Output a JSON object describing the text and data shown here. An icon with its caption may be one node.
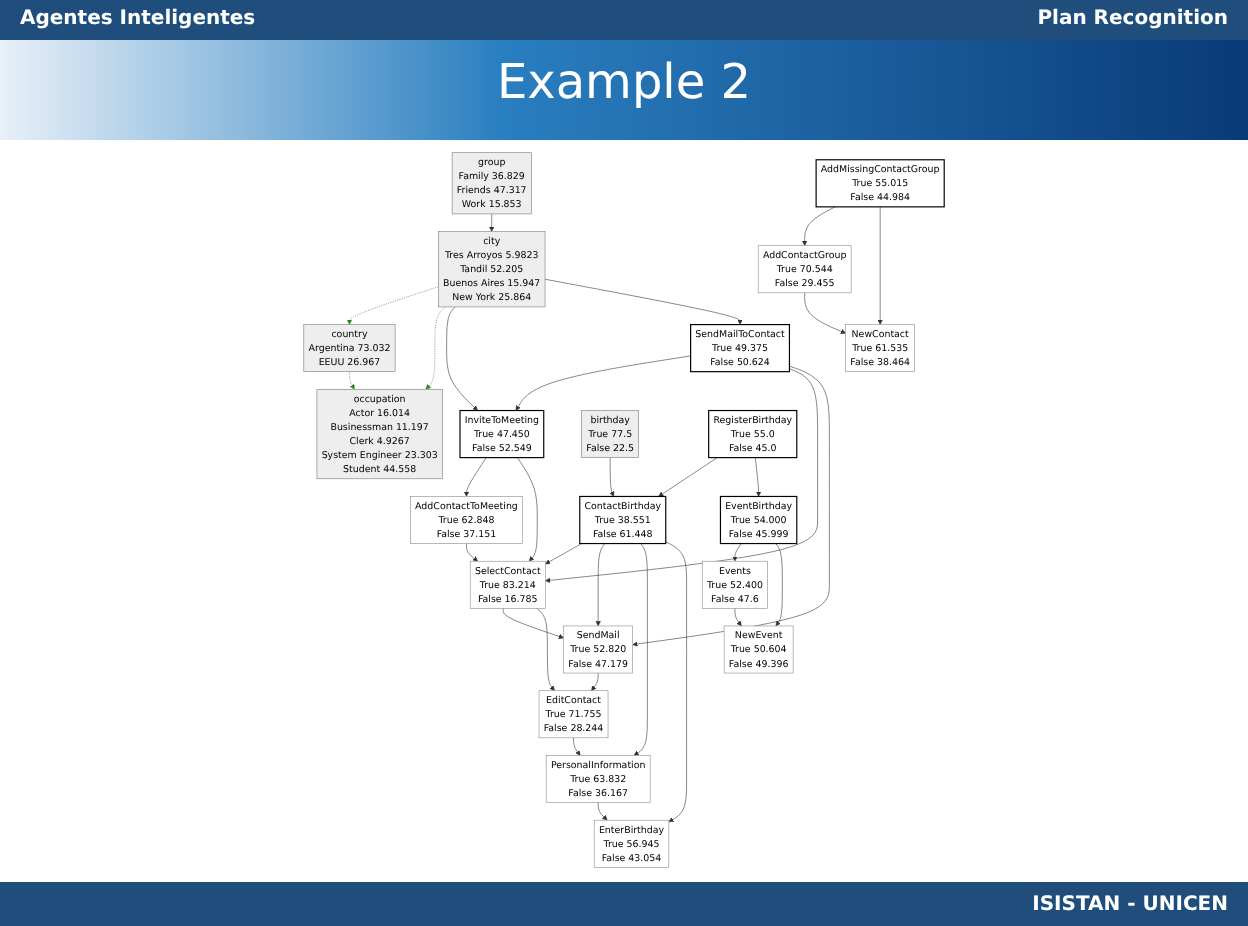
{
  "diagram": {
    "title": "Example 2",
    "nodes": [
      {
        "text": [
          "group",
          "Family 36.829",
          "Friends 47.317",
          "Work 15.853"
        ]
      },
      {
        "text": [
          "country",
          "Argentina 73.032",
          "EEUU 26.967"
        ]
      },
      {
        "text": [
          "city",
          "Tres Arroyos 5.9823",
          "Tandil 52.205",
          "Buenos Aires 15.947",
          "New York 25.864"
        ]
      },
      {
        "text": [
          "occupation",
          "Actor 16.014",
          "Businessman 11.197",
          "Clerk 4.9267",
          "System Engineer 23.303",
          "Student 44.558"
        ]
      },
      {
        "text": [
          "birthday",
          "True 77.5",
          "False 22.5"
        ]
      },
      {
        "text": [
          "AddMissingContactGroup",
          "True 55.015",
          "False 44.984"
        ]
      },
      {
        "text": [
          "RegisterBirthday",
          "True 55.0",
          "False 45.0"
        ]
      },
      {
        "text": [
          "AddContactGroup",
          "True 70.544",
          "False 29.455"
        ]
      },
      {
        "text": [
          "NewContact",
          "True 61.535",
          "False 38.464"
        ]
      },
      {
        "text": [
          "InviteToMeeting",
          "True 47.450",
          "False 52.549"
        ]
      },
      {
        "text": [
          "SendMailToContact",
          "True 49.375",
          "False 50.624"
        ]
      },
      {
        "text": [
          "ContactBirthday",
          "True 38.551",
          "False 61.448"
        ]
      },
      {
        "text": [
          "EventBirthday",
          "True 54.000",
          "False 45.999"
        ]
      },
      {
        "text": [
          "AddContactToMeeting",
          "True 62.848",
          "False 37.151"
        ]
      },
      {
        "text": [
          "SelectContact",
          "True 83.214",
          "False 16.785"
        ]
      },
      {
        "text": [
          "SendMail",
          "True 52.820",
          "False 47.179"
        ]
      },
      {
        "text": [
          "Events",
          "True 52.400",
          "False 47.6"
        ]
      },
      {
        "text": [
          "NewEvent",
          "True 50.604",
          "False 49.396"
        ]
      },
      {
        "text": [
          "EditContact",
          "True 71.755",
          "False 28.244"
        ]
      },
      {
        "text": [
          "PersonalInformation",
          "True 63.832",
          "False 36.167"
        ]
      },
      {
        "text": [
          "EnterBirthday",
          "True 56.945",
          "False 43.054"
        ]
      }
    ],
    "edges": [
      {
        "from": 0,
        "to": 2,
        "arrow": "to"
      },
      {
        "from": 2,
        "to": 1,
        "arrow": "to",
        "style": "dashed",
        "color": "#228b22"
      },
      {
        "from": 1,
        "to": 3,
        "arrow": "to",
        "style": "dashed",
        "color": "#228b22"
      },
      {
        "from": 2,
        "to": 3,
        "arrow": "to",
        "style": "dashed",
        "color": "#228b22"
      },
      {
        "from": 2,
        "to": 9,
        "arrow": "to"
      },
      {
        "from": 2,
        "to": 10,
        "arrow": "to"
      },
      {
        "from": 10,
        "to": 9,
        "arrow": "to"
      },
      {
        "from": 4,
        "to": 11,
        "arrow": "to"
      },
      {
        "from": 6,
        "to": 11,
        "arrow": "to"
      },
      {
        "from": 6,
        "to": 12,
        "arrow": "to"
      },
      {
        "from": 5,
        "to": 7,
        "arrow": "to"
      },
      {
        "from": 5,
        "to": 8,
        "arrow": "to"
      },
      {
        "from": 7,
        "to": 8,
        "arrow": "to"
      },
      {
        "from": 9,
        "to": 13,
        "arrow": "to"
      },
      {
        "from": 9,
        "to": 14,
        "arrow": "to"
      },
      {
        "from": 10,
        "to": 14,
        "arrow": "to"
      },
      {
        "from": 10,
        "to": 15,
        "arrow": "to"
      },
      {
        "from": 11,
        "to": 14,
        "arrow": "to"
      },
      {
        "from": 11,
        "to": 15,
        "arrow": "to"
      },
      {
        "from": 11,
        "to": 19,
        "arrow": "to"
      },
      {
        "from": 11,
        "to": 20,
        "arrow": "to"
      },
      {
        "from": 13,
        "to": 14,
        "arrow": "to"
      },
      {
        "from": 14,
        "to": 15,
        "arrow": "to"
      },
      {
        "from": 14,
        "to": 18,
        "arrow": "to"
      },
      {
        "from": 15,
        "to": 18,
        "arrow": "to"
      },
      {
        "from": 18,
        "to": 19,
        "arrow": "to"
      },
      {
        "from": 19,
        "to": 20,
        "arrow": "to"
      },
      {
        "from": 12,
        "to": 16,
        "arrow": "to"
      },
      {
        "from": 12,
        "to": 17,
        "arrow": "to"
      },
      {
        "from": 16,
        "to": 17,
        "arrow": "to"
      }
    ],
    "labels": [
      "Agentes Inteligentes",
      "Plan Recognition",
      "ISISTAN - UNICEN"
    ]
  }
}
